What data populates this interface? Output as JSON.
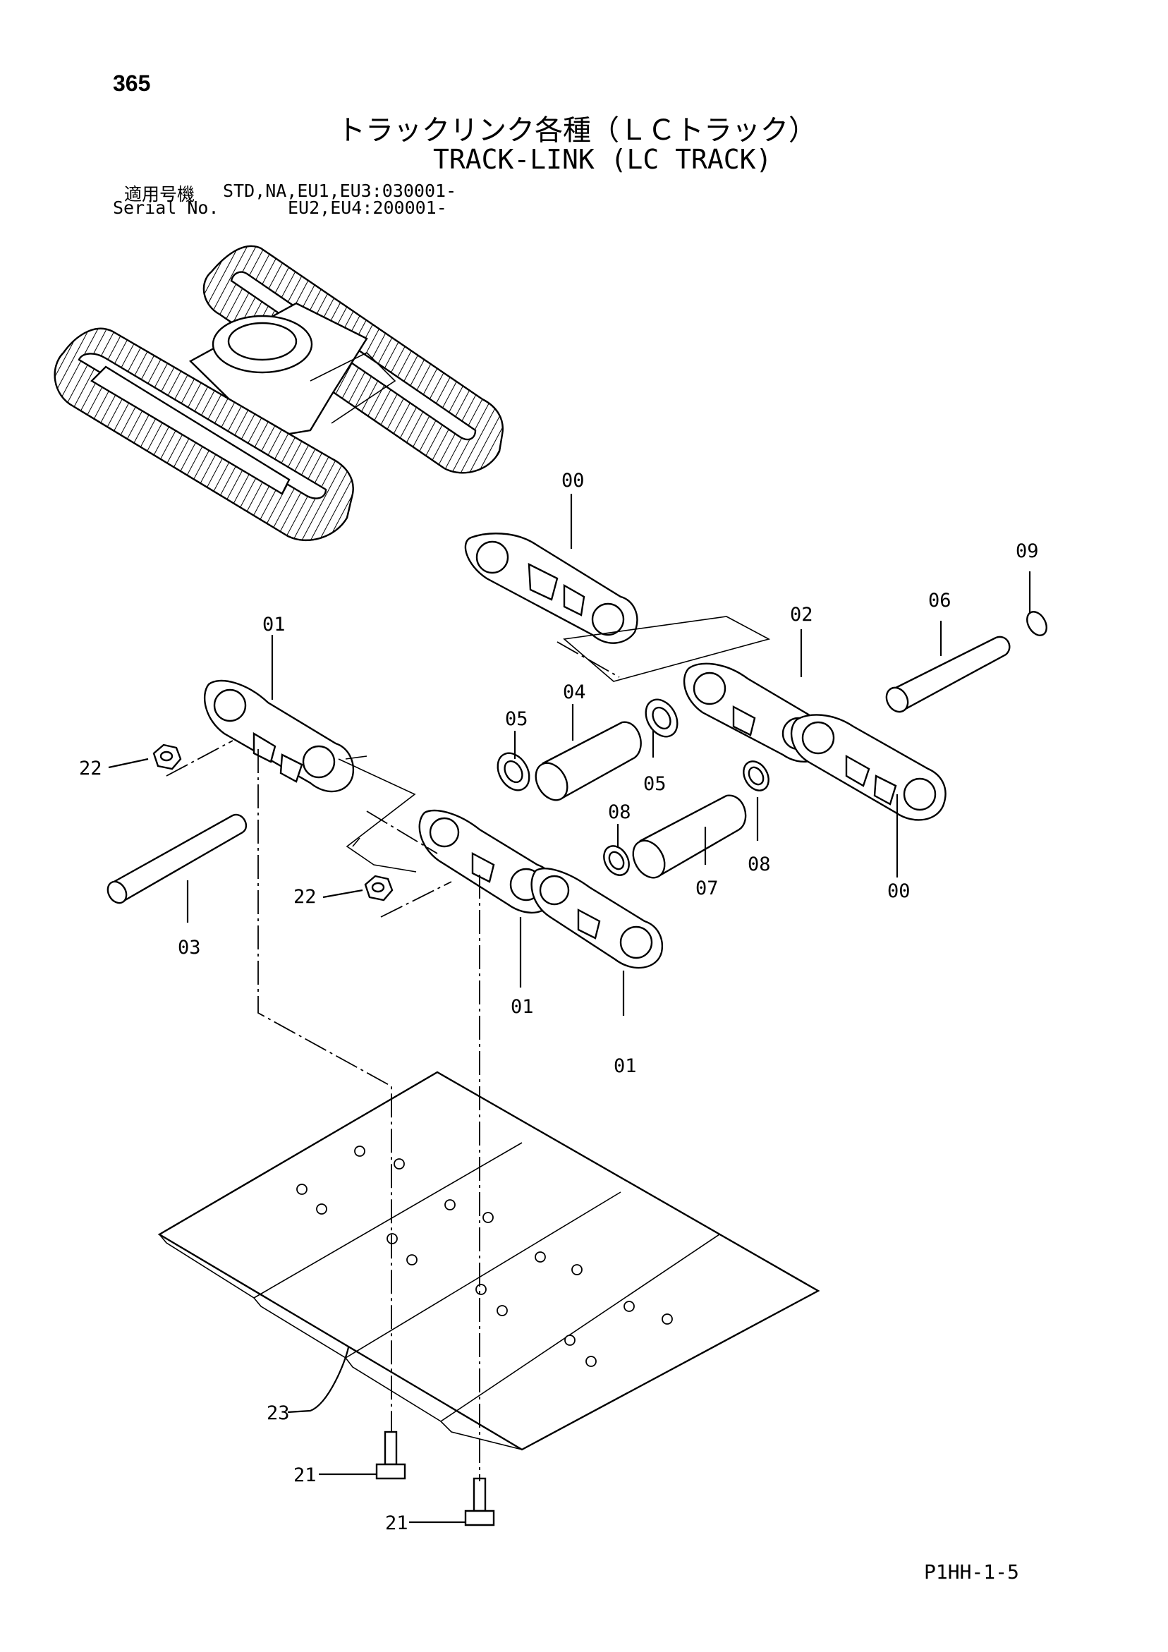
{
  "page": {
    "page_number": "365",
    "title_jp": "トラックリンク各種（ＬＣトラック）",
    "title_en": "TRACK-LINK (LC TRACK)",
    "serial_label_jp": "適用号機",
    "serial_label_en": "Serial No.",
    "serial_line1": "STD,NA,EU1,EU3:030001-",
    "serial_line2": "EU2,EU4:200001-",
    "footer_code": "P1HH-1-5"
  },
  "callouts": {
    "c00_top": "00",
    "c00_right": "00",
    "c01_top": "01",
    "c01_mid": "01",
    "c01_bottom": "01",
    "c02": "02",
    "c03": "03",
    "c04": "04",
    "c05_left": "05",
    "c05_right": "05",
    "c06": "06",
    "c07": "07",
    "c08_left": "08",
    "c08_right": "08",
    "c09": "09",
    "c21_top": "21",
    "c21_bottom": "21",
    "c22_top": "22",
    "c22_bottom": "22",
    "c23": "23"
  }
}
